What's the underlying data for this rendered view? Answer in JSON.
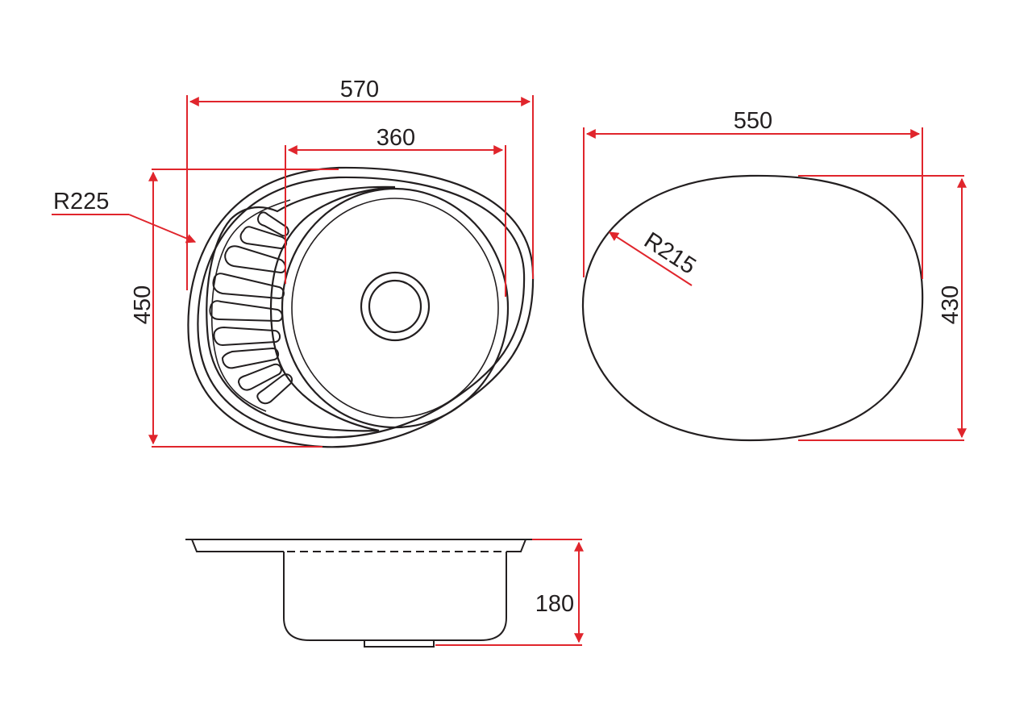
{
  "dimensions": {
    "top_width": "570",
    "bowl_width": "360",
    "corner_radius": "R225",
    "overall_depth": "450",
    "cutout_width": "550",
    "cutout_radius": "R215",
    "cutout_depth": "430",
    "bowl_depth": "180"
  },
  "colors": {
    "outline": "#231f20",
    "dimension": "#e0252c",
    "background": "#ffffff"
  }
}
